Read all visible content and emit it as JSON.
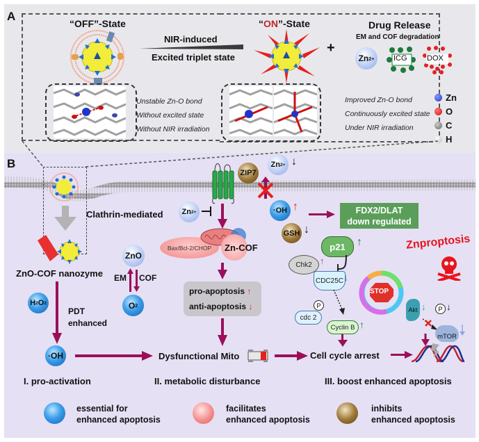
{
  "panel_a": {
    "label": "A",
    "off_state": {
      "quote_open": "“",
      "word": "OFF",
      "quote_close": "”",
      "suffix": "-State"
    },
    "on_state": {
      "quote_open": "“",
      "word": "ON",
      "quote_close": "”",
      "suffix": "-State"
    },
    "transition_top": "NIR-induced",
    "transition_bottom": "Excited triplet state",
    "plus": "+",
    "drug_release": {
      "title": "Drug Release",
      "subtitle": "EM and COF degradation",
      "items": [
        {
          "name": "zn-ion",
          "label": "Zn",
          "sup": "2+"
        },
        {
          "name": "icg",
          "label": "ICG"
        },
        {
          "name": "dox",
          "label": "DOX"
        }
      ]
    },
    "off_notes": [
      "Unstable Zn-O bond",
      "Without excited state",
      "Without NIR irradiation"
    ],
    "on_notes": [
      "Improved Zn-O bond",
      "Continuously excited state",
      "Under NIR irradiation"
    ],
    "atom_legend": [
      {
        "symbol": "Zn",
        "color": "#2233bb"
      },
      {
        "symbol": "O",
        "color": "#cc1111"
      },
      {
        "symbol": "C",
        "color": "#777777"
      },
      {
        "symbol": "H",
        "color": "#dddddd"
      }
    ]
  },
  "panel_b": {
    "label": "B",
    "clathrin": "Clathrin-mediated",
    "nanozyme": "ZnO-COF nanozyme",
    "h2o2": {
      "main": "H",
      "sub1": "2",
      "mid": "O",
      "sub2": "2"
    },
    "pdt": [
      "PDT",
      "enhanced"
    ],
    "oh": "·OH",
    "zno": "ZnO",
    "o2": {
      "main": "O",
      "sub": "2"
    },
    "em": "EM",
    "cof": "COF",
    "zn_inhibit": {
      "label": "Zn",
      "sup": "2+"
    },
    "zn_top": {
      "label": "Zn",
      "sup": "2+",
      "trend": "↓"
    },
    "zip7": "ZIP7",
    "bax": "Bax/Bcl-2/CHOP",
    "zn_cof": "Zn-COF",
    "apoptosis_box": [
      {
        "label": "pro-apoptosis",
        "trend": "↑"
      },
      {
        "label": "anti-apoptosis",
        "trend": "↓"
      }
    ],
    "dys_mito": "Dysfunctional Mito",
    "oh_right": {
      "label": "·OH",
      "trend": "↑"
    },
    "gsh": {
      "label": "GSH",
      "trend": "↓"
    },
    "fdx2": [
      "FDX2/DLAT",
      "down regulated"
    ],
    "p21": {
      "label": "p21",
      "trend": "↑"
    },
    "chk2": {
      "label": "Chk2",
      "trend": "↑"
    },
    "cdc25c": {
      "label": "CDC25C",
      "trend": "↓"
    },
    "cdc2": "cdc 2",
    "phospho": "P",
    "cyclin_b": {
      "label": "Cyclin B",
      "trend": "↑"
    },
    "stop": "STOP",
    "znproptosis": "Znproptosis",
    "akt": {
      "label": "Akt",
      "trend": "↓"
    },
    "p_akt_trend": "↓",
    "mtor": "mTOR",
    "cell_cycle_arrest": "Cell cycle arrest",
    "stages": [
      "I. pro-activation",
      "II. metabolic disturbance",
      "III. boost enhanced apoptosis"
    ],
    "legend": [
      {
        "kind": "blue",
        "lines": [
          "essential for",
          "enhanced apoptosis"
        ]
      },
      {
        "kind": "pink",
        "lines": [
          "facilitates",
          "enhanced apoptosis"
        ]
      },
      {
        "kind": "brown",
        "lines": [
          "inhibits",
          "enhanced apoptosis"
        ]
      }
    ]
  },
  "colors": {
    "arrow": "#9b0f5a",
    "fdx_box": "#5a9e5a",
    "znproptosis": "#e8141c",
    "up_red": "#e02020",
    "up_green": "#1b7a50"
  }
}
